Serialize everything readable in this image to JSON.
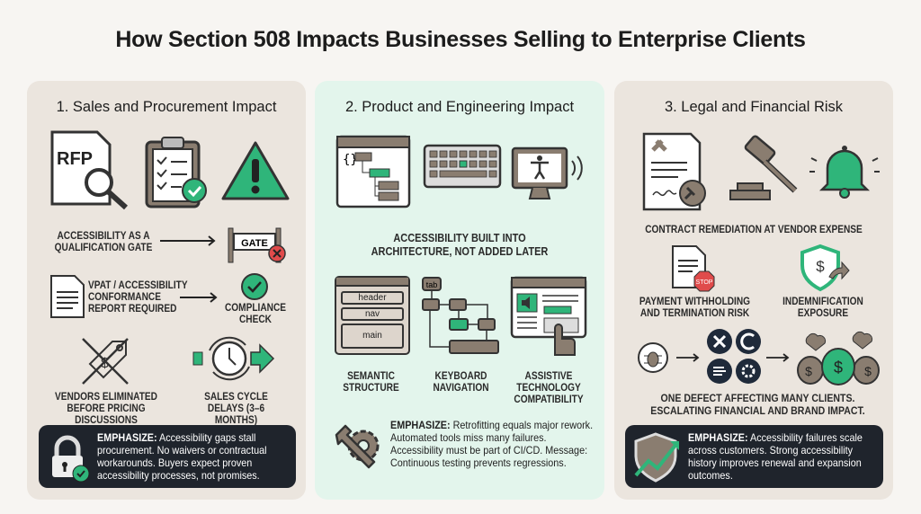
{
  "title": "How Section 508 Impacts Businesses Selling to Enterprise Clients",
  "colors": {
    "accent_green": "#2fb57a",
    "dark_box": "#1f242c",
    "panel": "#ebe5de",
    "panel_mint": "#e3f5ec",
    "icon_brown": "#8a7d70",
    "alert_red": "#e04b4b"
  },
  "panel1": {
    "heading": "1. Sales and Procurement Impact",
    "rfp_label": "RFP",
    "gate_text": "Accessibility as a qualification gate",
    "gate_sign": "GATE",
    "vpat_text": "VPAT / Accessibility conformance report required",
    "compliance": "Compliance check",
    "vendors": "Vendors eliminated before pricing discussions",
    "delays": "Sales cycle delays (3–6 months)",
    "emph_label": "EMPHASIZE:",
    "emph_text": " Accessibility gaps stall procurement. No waivers or contractual workarounds. Buyers expect proven accessibility processes, not promises."
  },
  "panel2": {
    "heading": "2. Product and Engineering Impact",
    "built_in": "Accessibility built into architecture, not added later",
    "semantic_parts": [
      "header",
      "nav",
      "main"
    ],
    "tab_label": "tab",
    "semantic": "Semantic structure",
    "keyboard": "Keyboard navigation",
    "assistive": "Assistive technology compatibility",
    "emph_label": "EMPHASIZE:",
    "emph_text": " Retrofitting equals major rework. Automated tools miss many failures. Accessibility must be part of CI/CD. Message: Continuous testing prevents regressions."
  },
  "panel3": {
    "heading": "3. Legal and Financial Risk",
    "remediation": "Contract remediation at vendor expense",
    "stop_label": "STOP",
    "payment": "Payment withholding and termination risk",
    "indemnification": "Indemnification exposure",
    "defect": "One defect affecting many clients. Escalating financial and brand impact.",
    "emph_label": "EMPHASIZE:",
    "emph_text": " Accessibility failures scale across customers. Strong accessibility history improves renewal and expansion outcomes."
  }
}
